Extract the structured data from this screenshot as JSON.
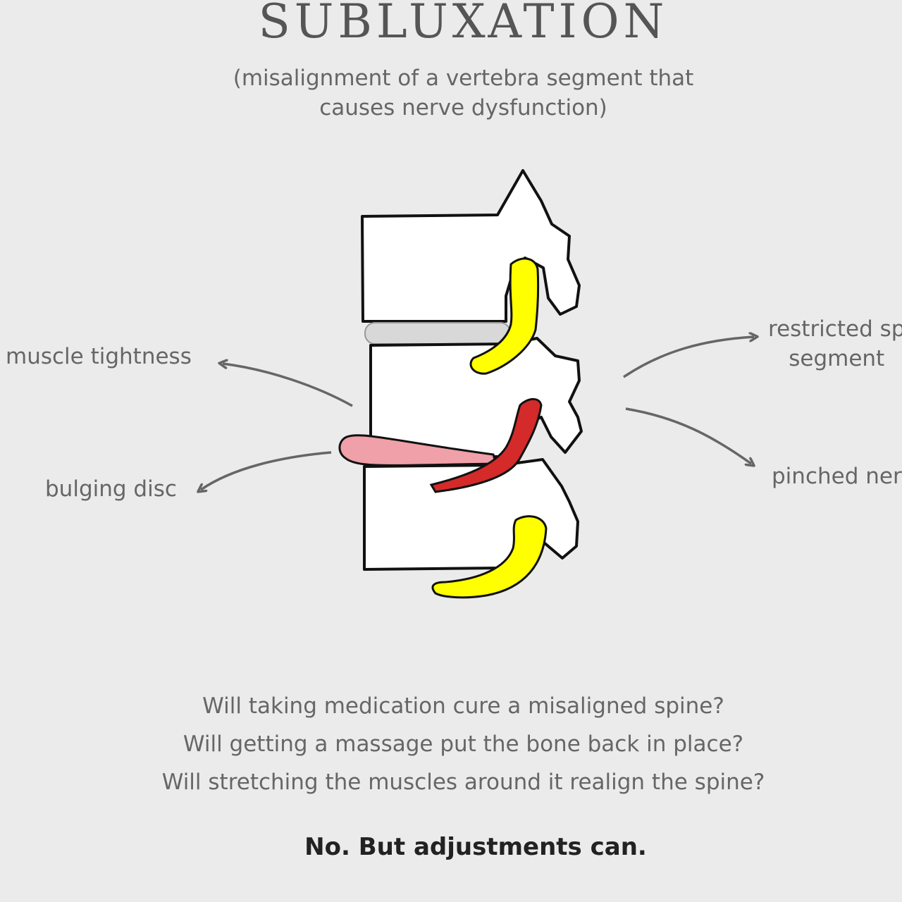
{
  "title": "SUBLUXATION",
  "subtitle_line1": "(misalignment of a vertebra segment that",
  "subtitle_line2": "causes nerve dysfunction)",
  "labels": {
    "muscle_tightness": "muscle tightness",
    "bulging_disc": "bulging disc",
    "restricted_line1": "restricted sp",
    "restricted_line2": "segment",
    "pinched_nerve": "pinched ner"
  },
  "questions": [
    "Will taking medication cure a misaligned spine?",
    "Will getting a massage put the bone back in place?",
    "Will stretching the muscles around it realign the spine?"
  ],
  "answer": "No. But adjustments can.",
  "colors": {
    "nerve_healthy": "#ffff00",
    "nerve_pinched": "#d42a2a",
    "bulging_disc": "#f0a0a8",
    "normal_disc": "#d8d8d8",
    "bone": "#ffffff",
    "arrow": "#666666"
  }
}
